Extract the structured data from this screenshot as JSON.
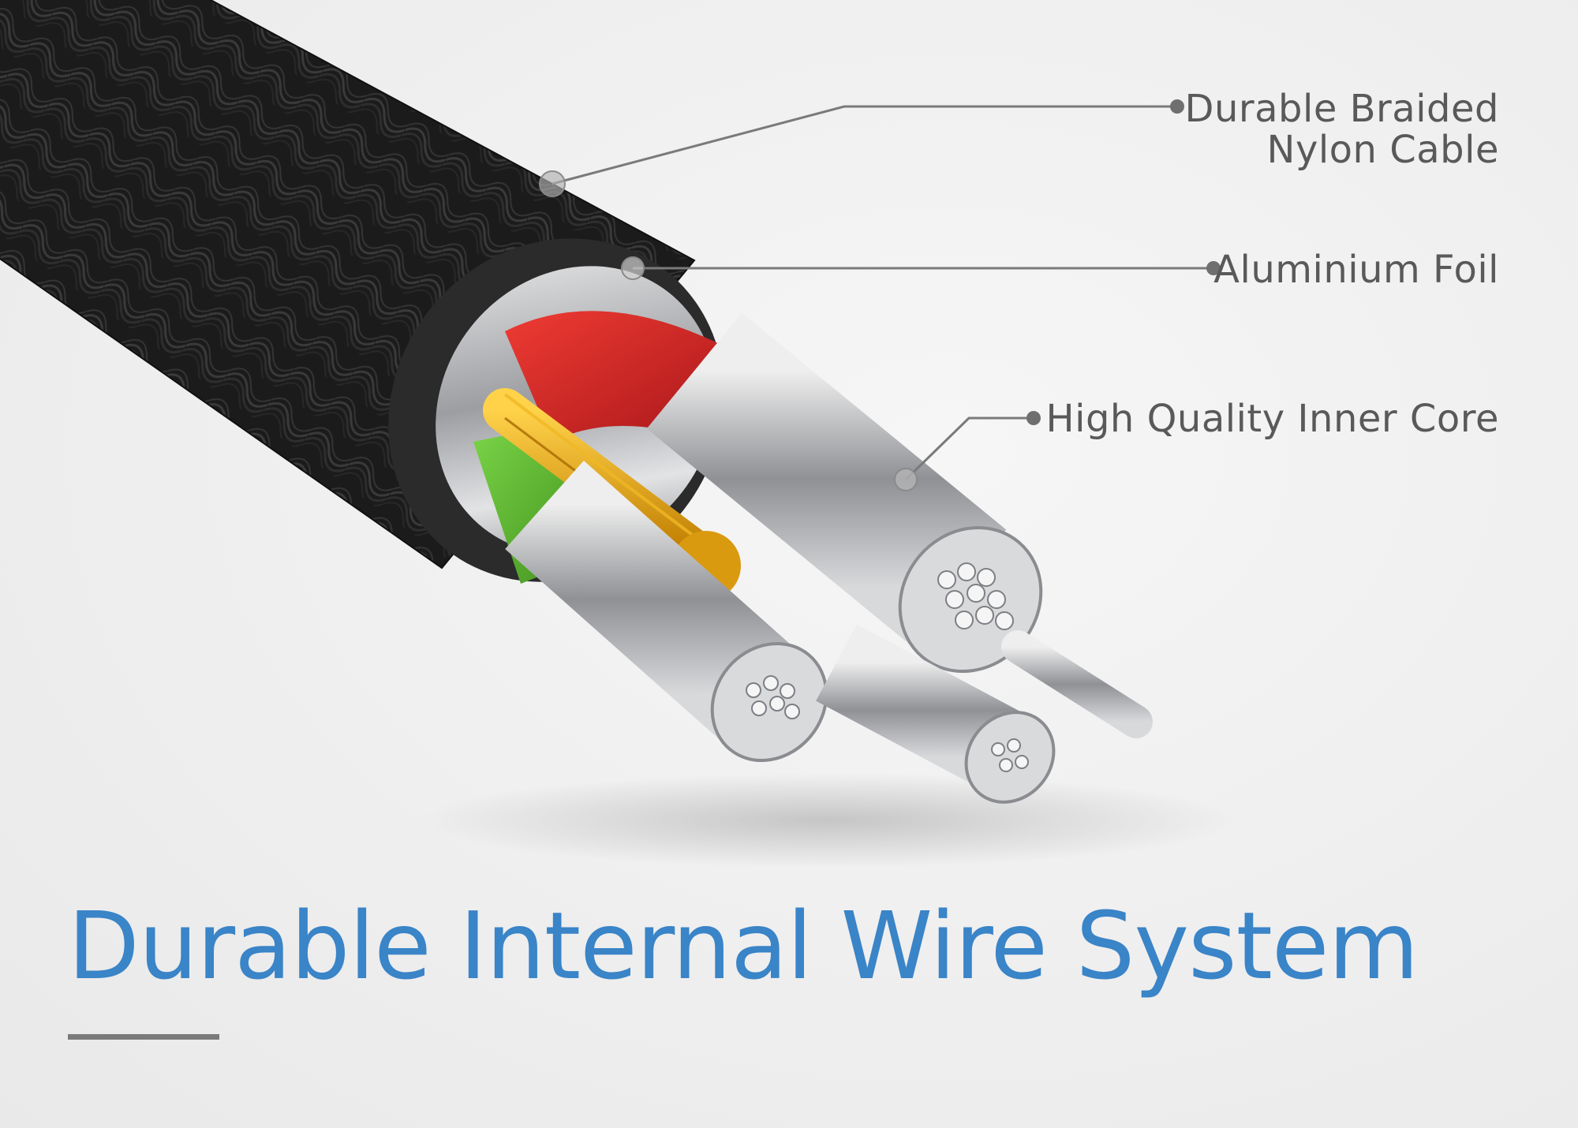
{
  "callouts": {
    "braided": {
      "line1": "Durable  Braided",
      "line2": "Nylon Cable"
    },
    "foil": {
      "text": "Aluminium Foil"
    },
    "core": {
      "text": "High Quality Inner Core"
    }
  },
  "headline": "Durable Internal Wire System",
  "colors": {
    "headline": "#3a84c8",
    "callout_text": "#595959",
    "leader_line": "#7a7a7a",
    "jacket": "#1e1e1e",
    "red_insulation": "#d92a26",
    "green_insulation": "#5cb82e",
    "copper_core": "#e6a817",
    "silver_strands": "#c9cbce"
  }
}
